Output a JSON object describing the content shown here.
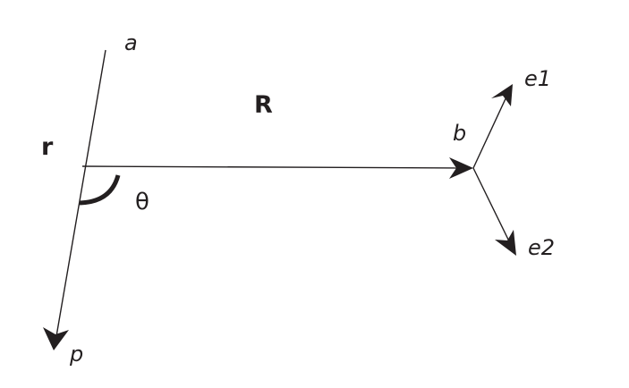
{
  "labels": {
    "a": "a",
    "R": "R",
    "r": "r",
    "b": "b",
    "e1": "e1",
    "e2": "e2",
    "theta": "θ",
    "p": "p"
  },
  "colors": {
    "ink": "#231f20",
    "background": "#ffffff"
  }
}
